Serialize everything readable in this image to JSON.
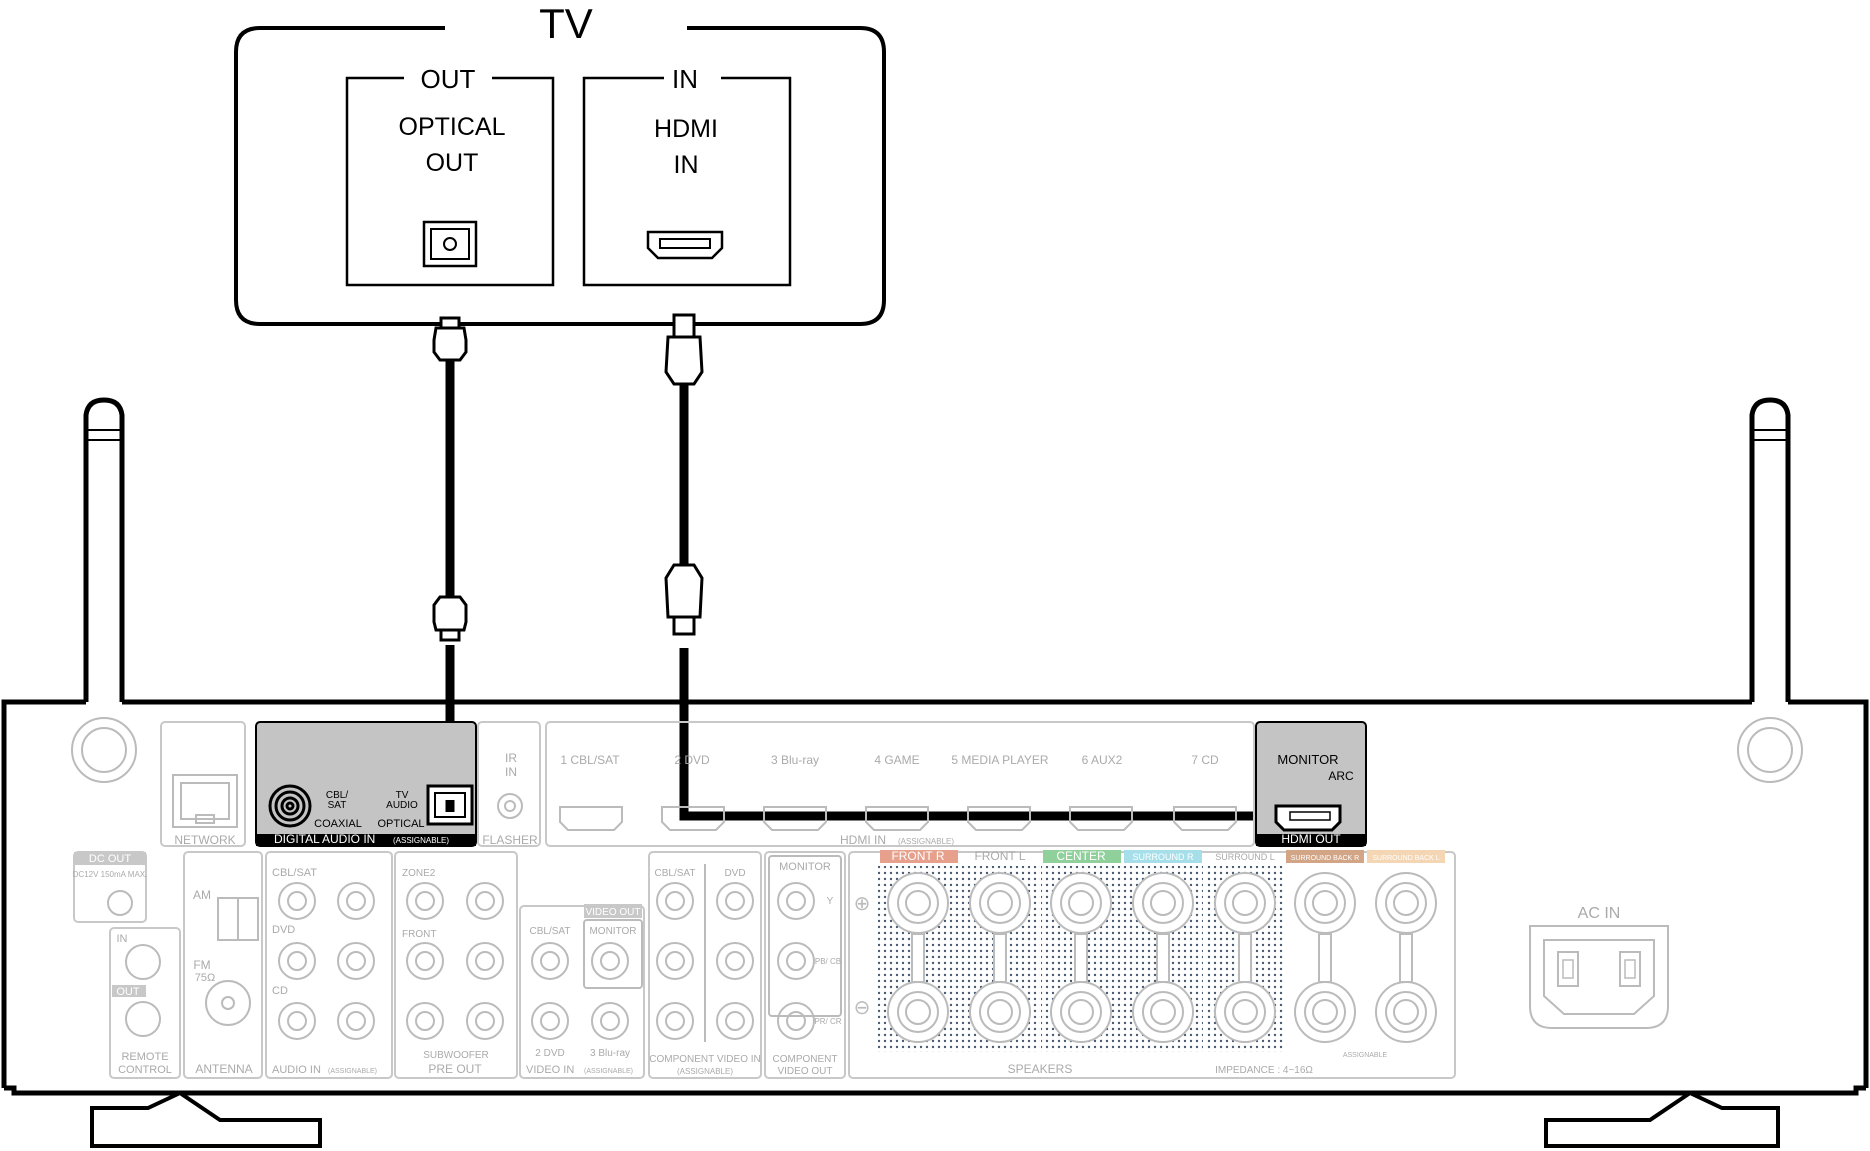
{
  "tv": {
    "title": "TV",
    "out_label": "OUT",
    "optical_line1": "OPTICAL",
    "optical_line2": "OUT",
    "in_label": "IN",
    "hdmi_line1": "HDMI",
    "hdmi_line2": "IN"
  },
  "receiver": {
    "network": "NETWORK",
    "digital_audio": {
      "cbl_sat": "CBL/ SAT",
      "tv_audio": "TV AUDIO",
      "coaxial": "COAXIAL",
      "optical": "OPTICAL",
      "label": "DIGITAL AUDIO IN",
      "assignable": "(ASSIGNABLE)"
    },
    "ir_in": "IR IN",
    "flasher": "FLASHER",
    "hdmi_in": {
      "inputs": [
        "1 CBL/SAT",
        "2 DVD",
        "3 Blu-ray",
        "4 GAME",
        "5 MEDIA PLAYER",
        "6 AUX2",
        "7 CD"
      ],
      "label": "HDMI IN",
      "assignable": "(ASSIGNABLE)"
    },
    "hdmi_out": {
      "monitor": "MONITOR",
      "arc": "ARC",
      "label": "HDMI OUT"
    },
    "dc_out": "DC OUT",
    "dc_spec": "DC12V 150mA MAX.",
    "remote": {
      "in": "IN",
      "out": "OUT",
      "label_line1": "REMOTE",
      "label_line2": "CONTROL"
    },
    "antenna": {
      "am": "AM",
      "fm": "FM",
      "ohm": "75Ω",
      "label": "ANTENNA"
    },
    "audio_in": {
      "rows": [
        "CBL/SAT",
        "DVD",
        "CD"
      ],
      "label": "AUDIO IN",
      "assignable": "(ASSIGNABLE)"
    },
    "pre_out": {
      "zone2": "ZONE2",
      "front": "FRONT",
      "subwoofer": "SUBWOOFER",
      "label": "PRE OUT"
    },
    "video_in": {
      "cbl_sat": "CBL/SAT",
      "dvd": "2 DVD",
      "bluray": "3 Blu-ray",
      "video_out": "VIDEO OUT",
      "monitor": "MONITOR",
      "label": "VIDEO IN",
      "assignable": "(ASSIGNABLE)"
    },
    "component_in": {
      "cbl_sat": "CBL/SAT",
      "dvd": "DVD",
      "label_line1": "COMPONENT VIDEO IN",
      "label_line2": "(ASSIGNABLE)"
    },
    "component_out": {
      "monitor": "MONITOR",
      "y": "Y",
      "pb": "PB/ CB",
      "pr": "PR/ CR",
      "label_line1": "COMPONENT",
      "label_line2": "VIDEO OUT"
    },
    "speakers": {
      "channels": [
        "FRONT R",
        "FRONT L",
        "CENTER",
        "SURROUND R",
        "SURROUND L",
        "SURROUND BACK R",
        "SURROUND BACK L"
      ],
      "assignable": "ASSIGNABLE",
      "label": "SPEAKERS",
      "impedance": "IMPEDANCE : 4~16Ω"
    },
    "ac_in": "AC IN"
  },
  "colors": {
    "front": "#e6a08c",
    "center": "#8fd09b",
    "surround": "#a6dfe9",
    "surround_back": "#d2a586",
    "surround_back_l": "#f4d6b4"
  }
}
